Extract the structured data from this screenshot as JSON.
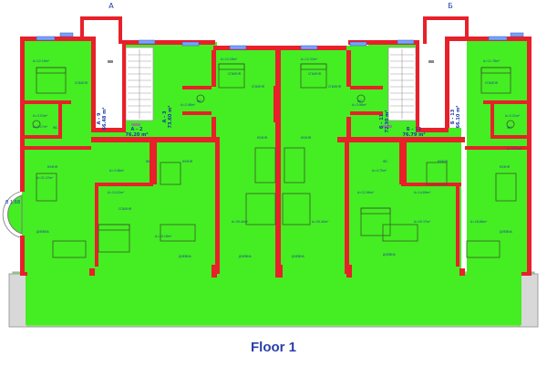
{
  "caption": "Floor 1",
  "sections": {
    "left": "А",
    "right": "Б"
  },
  "colors": {
    "apartment_fill": "#44ee22",
    "wall": "#e8202a",
    "stair_fill": "#ffffff",
    "terrace_fill": "#7ce860",
    "caption": "#2b3fa8",
    "label_text": "#1c3aa6",
    "detail_line": "#3b5a2a",
    "ext_wall": "#a0a0a0"
  },
  "apartments": [
    {
      "id": "А - 9",
      "area": "66.48 m²"
    },
    {
      "id": "А - 2",
      "area": "76.20 m²"
    },
    {
      "id": "А - 3",
      "area": "73.60 m²"
    },
    {
      "id": "Б - 11",
      "area": "72.30 m²"
    },
    {
      "id": "Б - 12",
      "area": "76.79 m²"
    },
    {
      "id": "Б - 13",
      "area": "66.10 m²"
    }
  ],
  "room_labels": [
    "СПАЛНЯ",
    "СПАЛНЯ",
    "СПАЛНЯ",
    "СПАЛНЯ",
    "СПАЛНЯ",
    "СПАЛНЯ",
    "СПАЛНЯ",
    "WC",
    "WC",
    "WC",
    "WC",
    "WC",
    "WC",
    "КУХНЯ",
    "КУХНЯ",
    "КУХНЯ",
    "КУХНЯ",
    "КУХНЯ",
    "КУХНЯ",
    "ДНЕВНА",
    "ДНЕВНА",
    "ДНЕВНА",
    "ДНЕВНА",
    "ДНЕВНА",
    "ДНЕВНА"
  ],
  "room_areas": [
    "A=12.16m²",
    "A=13.28m²",
    "A=12.32m²",
    "A=11.78m²",
    "A=12.96m²",
    "A=3.53m²",
    "A=2.98m²",
    "A=3.96m²",
    "A=3.48m²",
    "A=2.21m²",
    "A=3.27m²",
    "A=14.02m²",
    "A=20.18m²",
    "A=30.40m²",
    "A=30.40m²",
    "A=14.89m²",
    "A=20.37m²",
    "A=18.88m²",
    "A=31.37m²",
    "A=4.70m²",
    "A=3.17m²"
  ],
  "balcony_label": "В 1,68"
}
